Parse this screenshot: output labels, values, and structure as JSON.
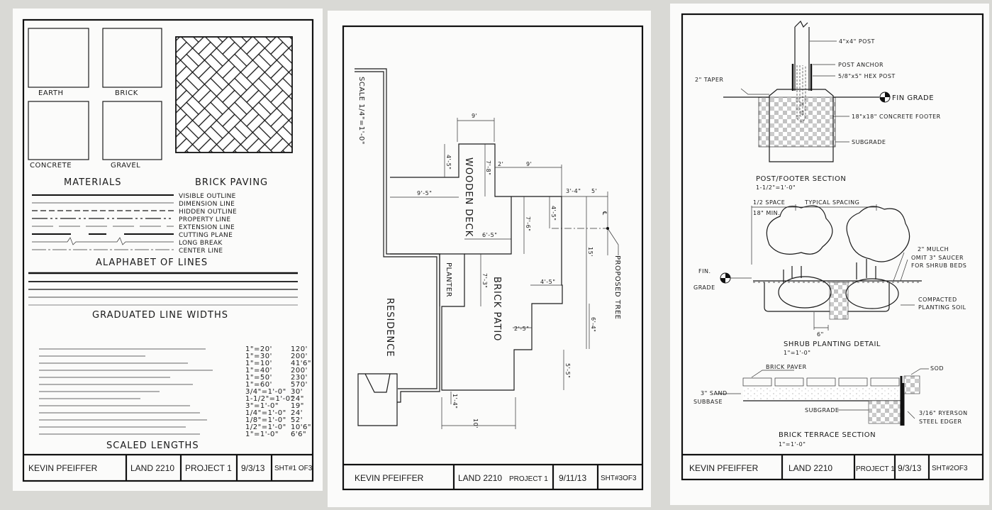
{
  "sheet1": {
    "materials": {
      "earth": "EARTH",
      "brick": "BRICK",
      "concrete": "CONCRETE",
      "gravel": "GRAVEL",
      "heading": "MATERIALS"
    },
    "brick_paving": "BRICK PAVING",
    "line_types": [
      "VISIBLE OUTLINE",
      "DIMENSION LINE",
      "HIDDEN OUTLINE",
      "PROPERTY LINE",
      "EXTENSION LINE",
      "CUTTING PLANE",
      "LONG BREAK",
      "CENTER LINE"
    ],
    "alphabet_title": "ALAPHABET OF LINES",
    "graduated_title": "GRADUATED LINE WIDTHS",
    "scaled_title": "SCALED LENGTHS",
    "scaled_lengths": [
      [
        "1\"=20'",
        "120'"
      ],
      [
        "1\"=30'",
        "200'"
      ],
      [
        "1\"=10'",
        "41'6\""
      ],
      [
        "1\"=40'",
        "200'"
      ],
      [
        "1\"=50'",
        "230'"
      ],
      [
        "1\"=60'",
        "570'"
      ],
      [
        "3/4\"=1'-0\"",
        "30'"
      ],
      [
        "1-1/2\"=1'-0\"",
        "24\""
      ],
      [
        "3\"=1'-0\"",
        "19\""
      ],
      [
        "1/4\"=1'-0\"",
        "24'"
      ],
      [
        "1/8\"=1'-0\"",
        "52'"
      ],
      [
        "1/2\"=1'-0\"",
        "10'6\""
      ],
      [
        "1\"=1'-0\"",
        "6'6\""
      ]
    ],
    "title_block": {
      "name": "KEVIN PFEIFFER",
      "course": "LAND 2210",
      "project": "PROJECT 1",
      "date": "9/3/13",
      "sheet": "SHT#1 OF3"
    }
  },
  "sheet2": {
    "scale": "SCALE 1/4\"=1'-0\"",
    "labels": {
      "deck": "WOODEN DECK",
      "planter": "PLANTER",
      "patio": "BRICK PATIO",
      "residence": "RESIDENCE",
      "tree": "PROPOSED TREE",
      "centerline": "℄"
    },
    "dims": [
      "9'",
      "4'-5\"",
      "7'-8\"",
      "2'",
      "9'",
      "3'-4\"",
      "5'",
      "4'-5\"",
      "9'-5\"",
      "7'-6\"",
      "6'-5\"",
      "15'",
      "7'-3\"",
      "4'-5\"",
      "6'-4\"",
      "2'-5\"",
      "5'-5\"",
      "1'-4\"",
      "10'"
    ],
    "title_block": {
      "name": "KEVIN PFEIFFER",
      "course": "LAND 2210",
      "project": "PROJECT 1",
      "date": "9/11/13",
      "sheet": "SHT#3OF3"
    }
  },
  "sheet3": {
    "post": {
      "post": "4\"x4\" POST",
      "anchor": "POST ANCHOR",
      "hex": "5/8\"x5\" HEX POST",
      "taper": "2\" TAPER",
      "grade": "FIN GRADE",
      "footer": "18\"x18\" CONCRETE FOOTER",
      "subgrade": "SUBGRADE",
      "title": "POST/FOOTER SECTION",
      "scale": "1-1/2\"=1'-0\""
    },
    "shrub": {
      "half_space": "1/2 SPACE",
      "min": "18\" MIN.",
      "typical": "TYPICAL SPACING",
      "mulch": "2\" MULCH",
      "omit": "OMIT 3\" SAUCER",
      "omit2": "FOR SHRUB BEDS",
      "grade1": "FIN.",
      "grade2": "GRADE",
      "soil1": "COMPACTED",
      "soil2": "PLANTING SOIL",
      "six": "6\"",
      "title": "SHRUB PLANTING DETAIL",
      "scale": "1\"=1'-0\""
    },
    "terrace": {
      "paver": "BRICK PAVER",
      "sod": "SOD",
      "sand1": "3\" SAND",
      "sand2": "SUBBASE",
      "edger1": "3/16\" RYERSON",
      "edger2": "STEEL EDGER",
      "subgrade": "SUBGRADE",
      "title": "BRICK TERRACE SECTION",
      "scale": "1\"=1'-0\""
    },
    "title_block": {
      "name": "KEVIN PFEIFFER",
      "course": "LAND 2210",
      "project": "PROJECT 1",
      "date": "9/3/13",
      "sheet": "SHT#2OF3"
    }
  }
}
